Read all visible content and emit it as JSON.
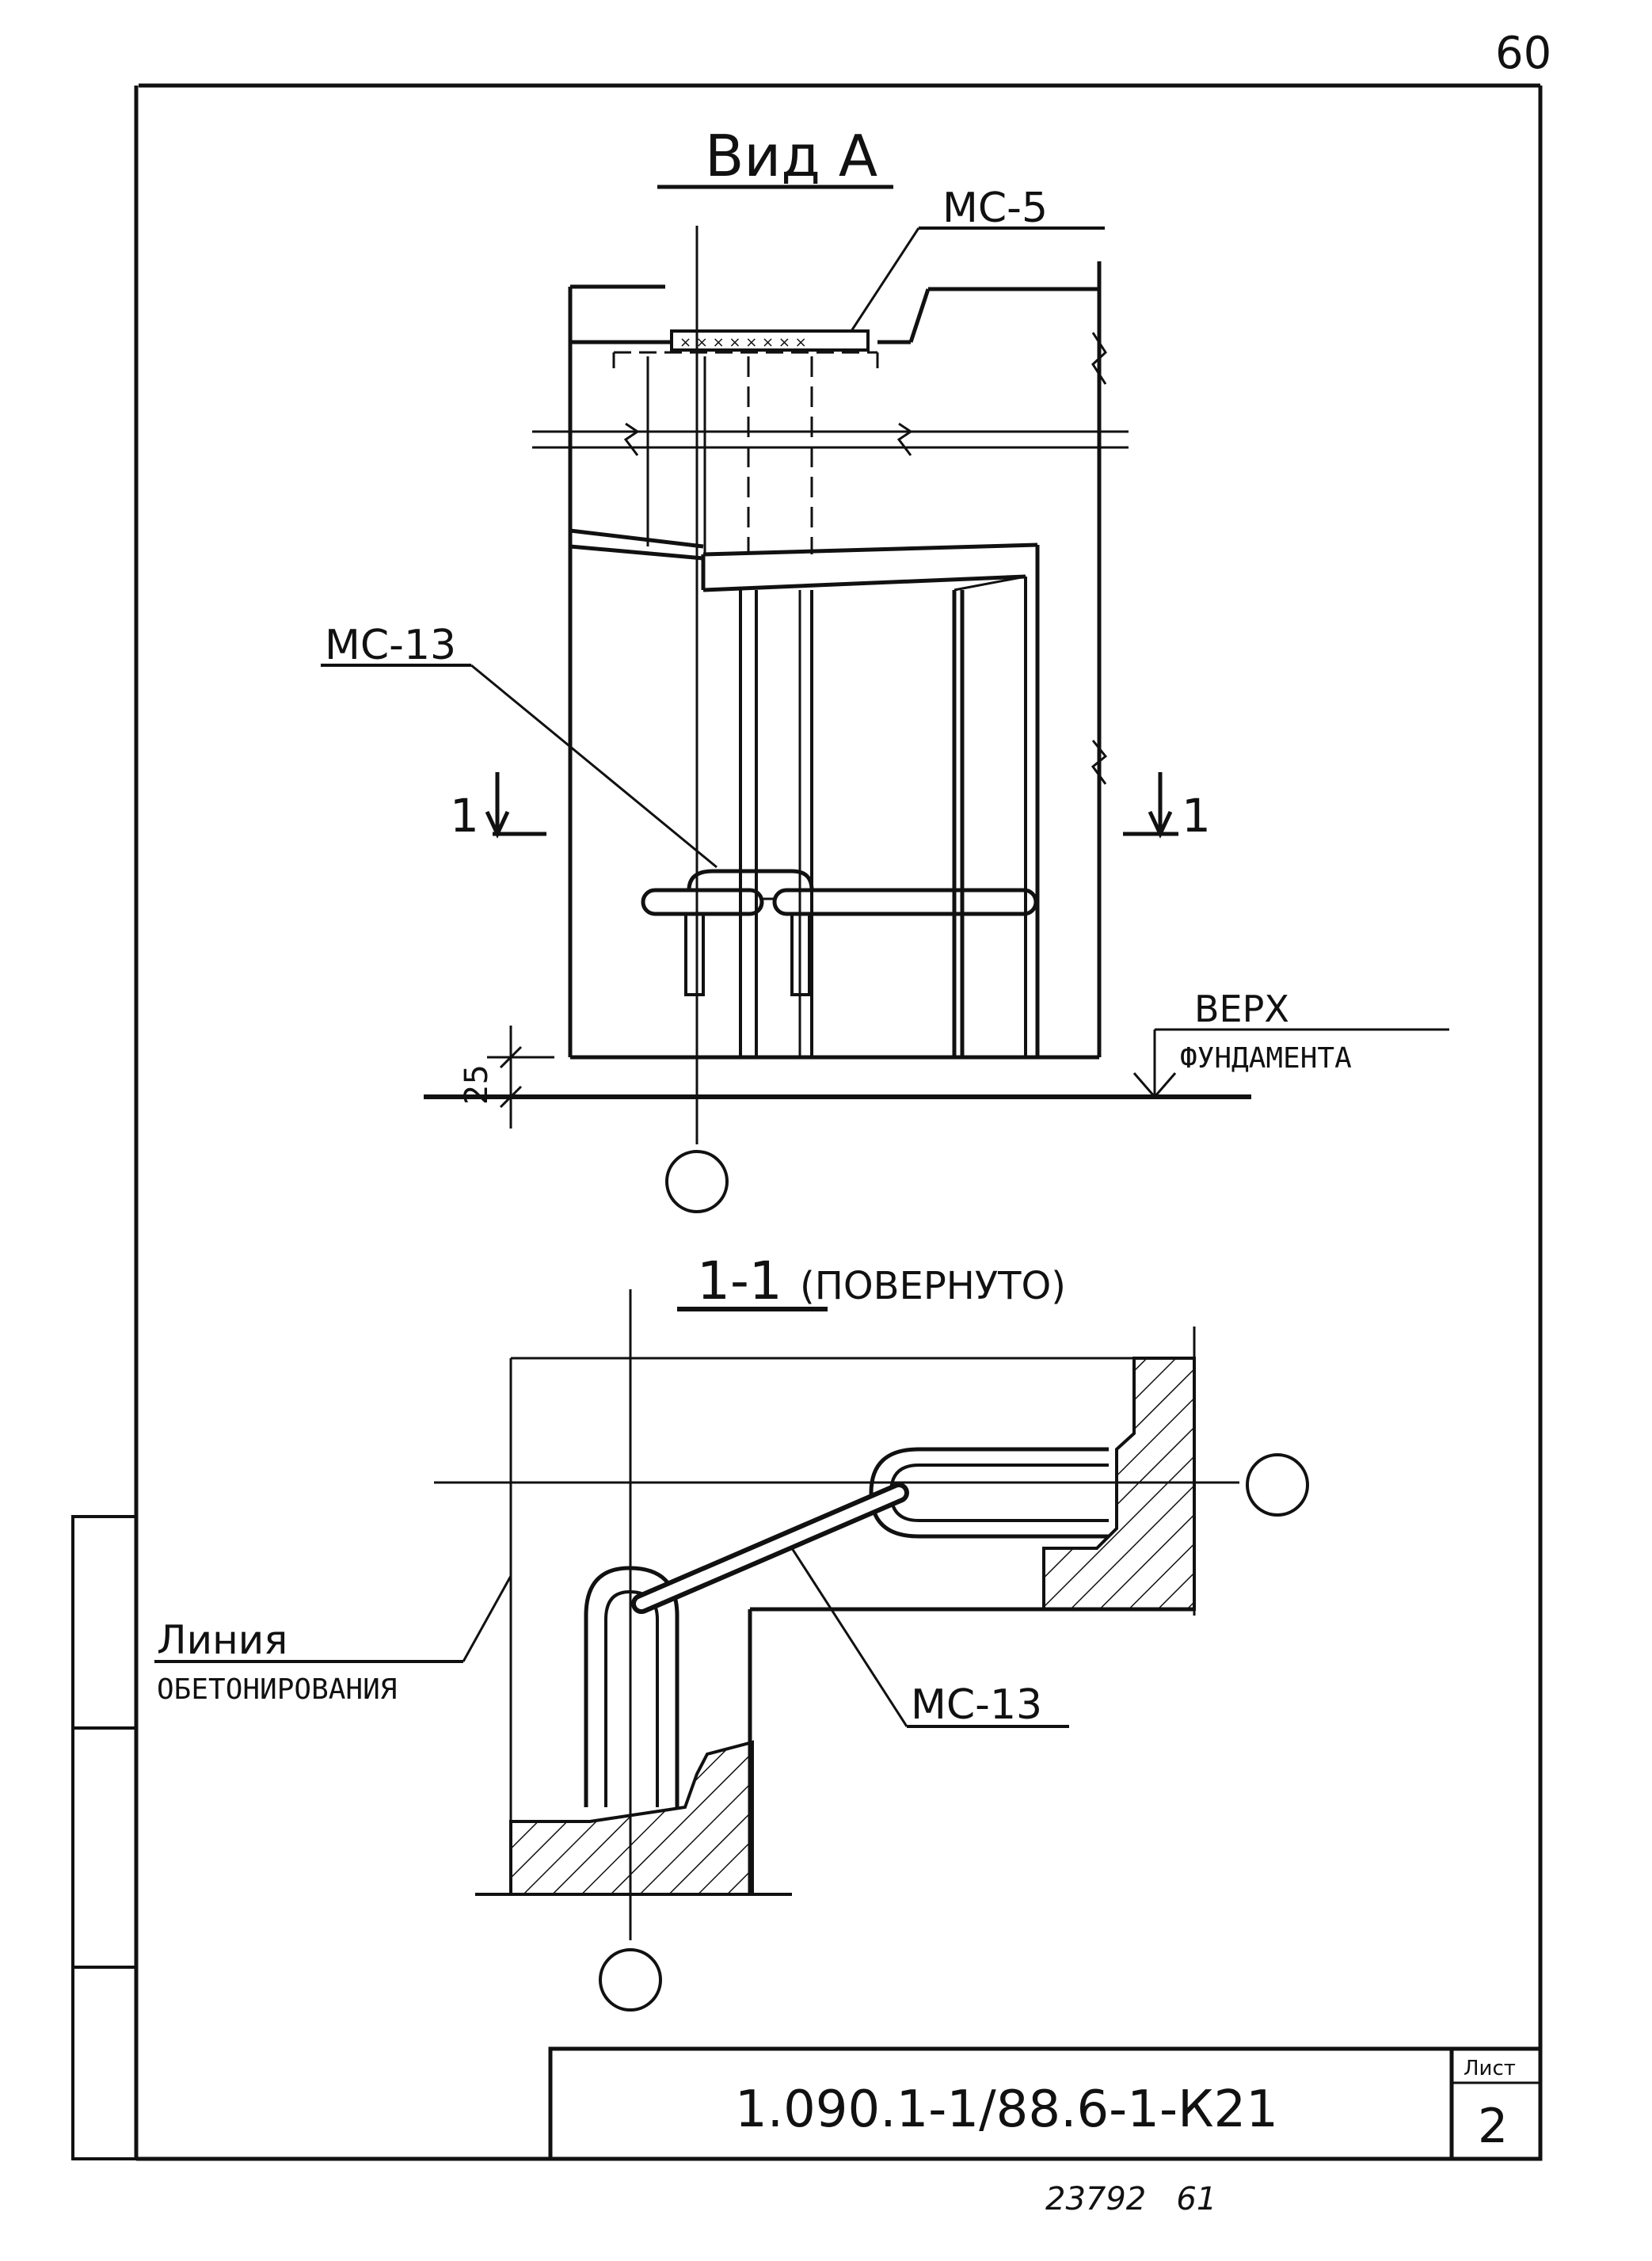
{
  "page_number": "60",
  "view_a": {
    "title": "Вид А",
    "label_mc5": "МС-5",
    "label_mc13": "МС-13",
    "section_mark_left": "1",
    "section_mark_right": "1",
    "dimension_25": "25",
    "foundation_top_line1": "Верх",
    "foundation_top_line2": "фундамента"
  },
  "section_1_1": {
    "title_number": "1-1",
    "title_note": "(повернуто)",
    "label_mc13": "МС-13",
    "concreting_line_1": "Линия",
    "concreting_line_2": "обетонирования"
  },
  "title_block": {
    "document_code": "1.090.1-1/88.6-1-К21",
    "sheet_label": "Лист",
    "sheet_number": "2"
  },
  "footer_note": "23792   61"
}
